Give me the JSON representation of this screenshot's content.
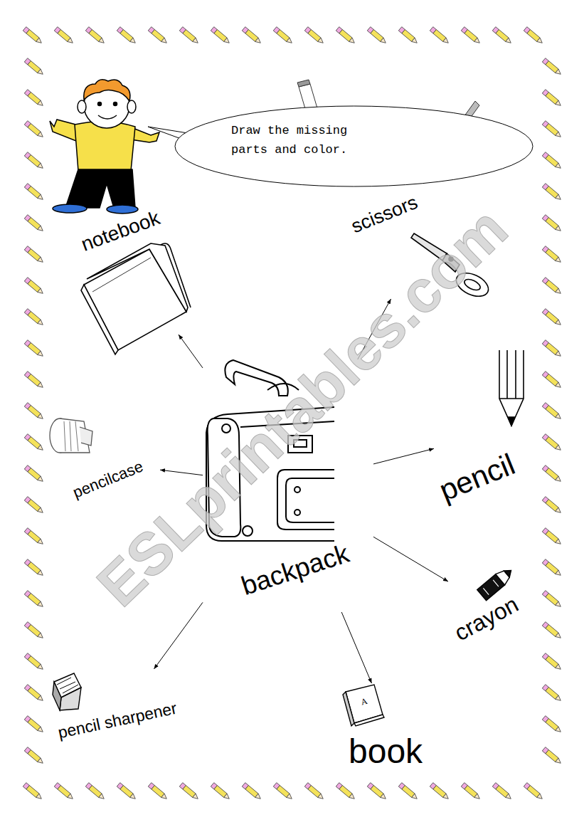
{
  "diagram": {
    "nodes": [
      {
        "text": [
          "Draw the missing parts and color."
        ]
      },
      {
        "text": [
          "notebook"
        ]
      },
      {
        "text": [
          "scissors"
        ]
      },
      {
        "text": [
          "pencil"
        ]
      },
      {
        "text": [
          "pencilcase"
        ]
      },
      {
        "text": [
          "backpack"
        ]
      },
      {
        "text": [
          "crayon"
        ]
      },
      {
        "text": [
          "pencil sharpener"
        ]
      },
      {
        "text": [
          "book"
        ]
      }
    ],
    "edges": [
      {
        "from": 5,
        "to": 1,
        "arrow": "to"
      },
      {
        "from": 5,
        "to": 2,
        "arrow": "to"
      },
      {
        "from": 5,
        "to": 3,
        "arrow": "to"
      },
      {
        "from": 5,
        "to": 4,
        "arrow": "to"
      },
      {
        "from": 5,
        "to": 6,
        "arrow": "to"
      },
      {
        "from": 5,
        "to": 8,
        "arrow": "to"
      },
      {
        "from": 5,
        "to": 7,
        "arrow": "to"
      }
    ],
    "labels": [
      "ESLprintables.com",
      "A"
    ]
  }
}
